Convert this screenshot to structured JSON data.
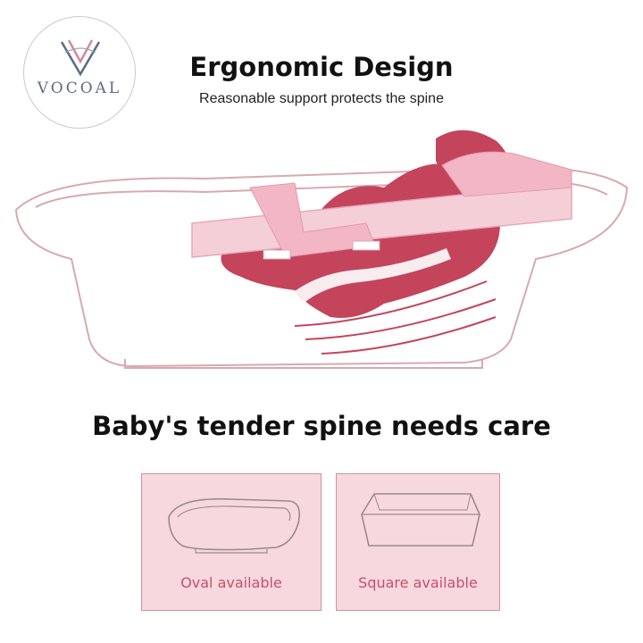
{
  "brand": {
    "name": "VOCOAL"
  },
  "header": {
    "title": "Ergonomic Design",
    "subtitle": "Reasonable support protects the spine"
  },
  "section": {
    "headline": "Baby's tender spine needs care"
  },
  "options": [
    {
      "label": "Oval available",
      "icon": "oval-tub-icon"
    },
    {
      "label": "Square available",
      "icon": "square-tub-icon"
    }
  ],
  "colors": {
    "accent": "#c6506b",
    "spine_red": "#c4445c",
    "mesh_pink": "#f3b6c4",
    "card_bg": "#f7d8de",
    "card_border": "#d4909e",
    "tub_outline": "#d7a9b0"
  }
}
